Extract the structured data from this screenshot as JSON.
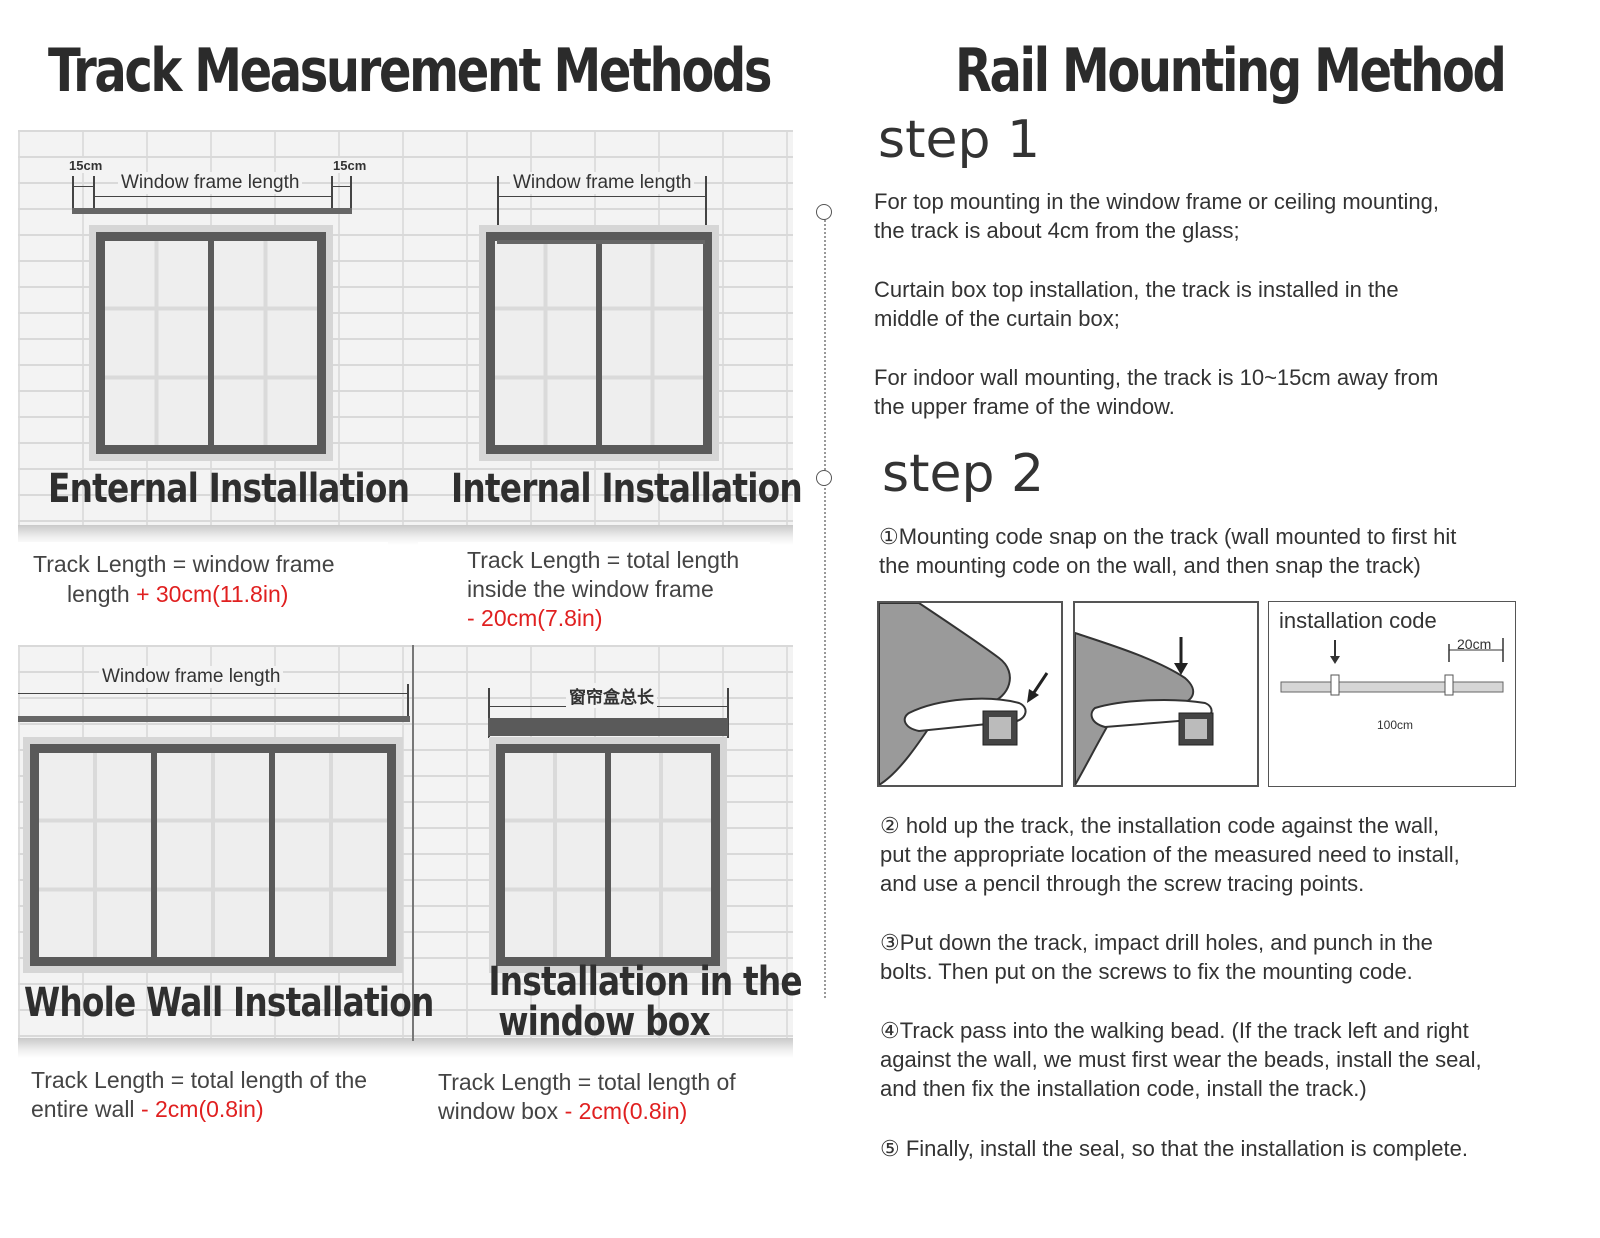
{
  "left": {
    "title": "Track Measurement Methods",
    "external": {
      "caption": "Enternal Installation",
      "dim_label": "Window frame length",
      "side_label_left": "15cm",
      "side_label_right": "15cm",
      "line1": "Track Length = window frame",
      "line2_a": "length ",
      "line2_b": "+ 30cm(11.8in)"
    },
    "internal": {
      "caption": "Internal Installation",
      "dim_label": "Window frame length",
      "line1": "Track Length = total length",
      "line2": "inside the window frame",
      "line3": "- 20cm(7.8in)"
    },
    "whole_wall": {
      "caption": "Whole Wall Installation",
      "dim_label": "Window frame length",
      "line1": "Track Length = total length of the",
      "line2_a": "entire wall ",
      "line2_b": "- 2cm(0.8in)"
    },
    "window_box": {
      "caption_line1": "Installation in the",
      "caption_line2": "window box",
      "dim_label": "窗帘盒总长",
      "line1": "Track Length = total length of",
      "line2_a": "window box ",
      "line2_b": "- 2cm(0.8in)"
    }
  },
  "right": {
    "title": "Rail Mounting Method",
    "step1": {
      "label": "step 1",
      "p1": [
        "For top mounting in the window frame or ceiling mounting,",
        "the track is about 4cm from the glass;"
      ],
      "p2": [
        "Curtain box top installation, the track is installed in the",
        "middle of the curtain box;"
      ],
      "p3": [
        "For indoor wall mounting, the track is 10~15cm away from",
        "the upper frame of the window."
      ]
    },
    "step2": {
      "label": "step 2",
      "i1": [
        "①Mounting code snap on the track (wall mounted to first hit",
        "the mounting code on the wall, and then snap the track)"
      ],
      "diagram": {
        "title": "installation code",
        "spacing": "20cm",
        "length": "100cm"
      },
      "i2": [
        "② hold up the track, the installation code against the wall,",
        "put the appropriate location of the measured need to install,",
        "and use a pencil through the screw tracing points."
      ],
      "i3": [
        "③Put down the track, impact drill holes, and punch in the",
        "bolts. Then put on the screws to fix the mounting code."
      ],
      "i4": [
        "④Track pass into the walking bead. (If the track left and right",
        "against the wall, we must first wear the beads, install the seal,",
        "and then fix the installation code, install the track.)"
      ],
      "i5": [
        "⑤ Finally, install the seal, so that the installation is complete."
      ]
    }
  }
}
